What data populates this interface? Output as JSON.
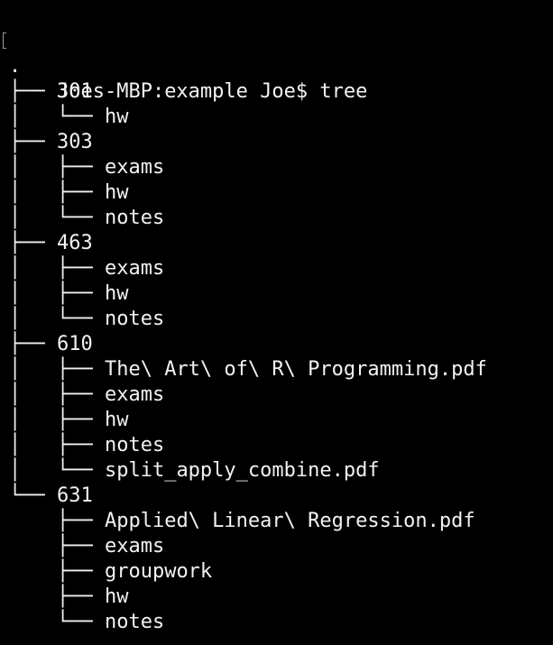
{
  "terminal": {
    "prompt": "Joes-MBP:example Joe$ tree",
    "tree_lines": [
      {
        "prefix": ".",
        "name": ""
      },
      {
        "prefix": "├── ",
        "name": "301"
      },
      {
        "prefix": "│   └── ",
        "name": "hw"
      },
      {
        "prefix": "├── ",
        "name": "303"
      },
      {
        "prefix": "│   ├── ",
        "name": "exams"
      },
      {
        "prefix": "│   ├── ",
        "name": "hw"
      },
      {
        "prefix": "│   └── ",
        "name": "notes"
      },
      {
        "prefix": "├── ",
        "name": "463"
      },
      {
        "prefix": "│   ├── ",
        "name": "exams"
      },
      {
        "prefix": "│   ├── ",
        "name": "hw"
      },
      {
        "prefix": "│   └── ",
        "name": "notes"
      },
      {
        "prefix": "├── ",
        "name": "610"
      },
      {
        "prefix": "│   ├── ",
        "name": "The\\ Art\\ of\\ R\\ Programming.pdf"
      },
      {
        "prefix": "│   ├── ",
        "name": "exams"
      },
      {
        "prefix": "│   ├── ",
        "name": "hw"
      },
      {
        "prefix": "│   ├── ",
        "name": "notes"
      },
      {
        "prefix": "│   └── ",
        "name": "split_apply_combine.pdf"
      },
      {
        "prefix": "└── ",
        "name": "631"
      },
      {
        "prefix": "    ├── ",
        "name": "Applied\\ Linear\\ Regression.pdf"
      },
      {
        "prefix": "    ├── ",
        "name": "exams"
      },
      {
        "prefix": "    ├── ",
        "name": "groupwork"
      },
      {
        "prefix": "    ├── ",
        "name": "hw"
      },
      {
        "prefix": "    └── ",
        "name": "notes"
      }
    ]
  }
}
